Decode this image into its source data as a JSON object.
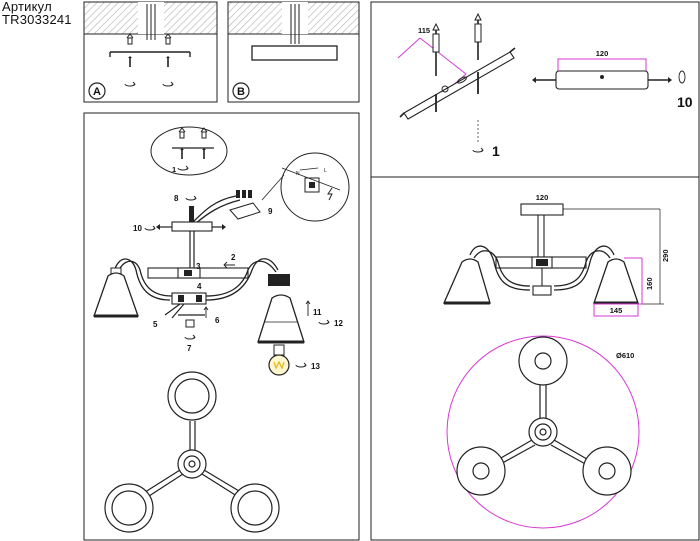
{
  "header": {
    "line1": "Артикул",
    "line2": "TR3033241"
  },
  "panel_a": {
    "label": "A"
  },
  "panel_b": {
    "label": "B"
  },
  "assembly_labels": {
    "n1": "1",
    "n2": "2",
    "n3": "3",
    "n4": "4",
    "n5": "5",
    "n6": "6",
    "n7": "7",
    "n8": "8",
    "n9": "9",
    "n10": "10",
    "n11": "11",
    "n12": "12",
    "n13": "13",
    "ground": "N",
    "live": "L"
  },
  "mount_labels": {
    "dim_bracket": "115",
    "dim_plate": "120",
    "step_1": "1",
    "step_10": "10"
  },
  "dimension_labels": {
    "top_width": "120",
    "height_total": "290",
    "shade_height": "160",
    "shade_width": "145",
    "diameter": "Ø610"
  },
  "colors": {
    "line": "#222222",
    "magenta": "#d63ad6",
    "hatch": "#bbbbbb",
    "bulb": "#e8b820"
  }
}
